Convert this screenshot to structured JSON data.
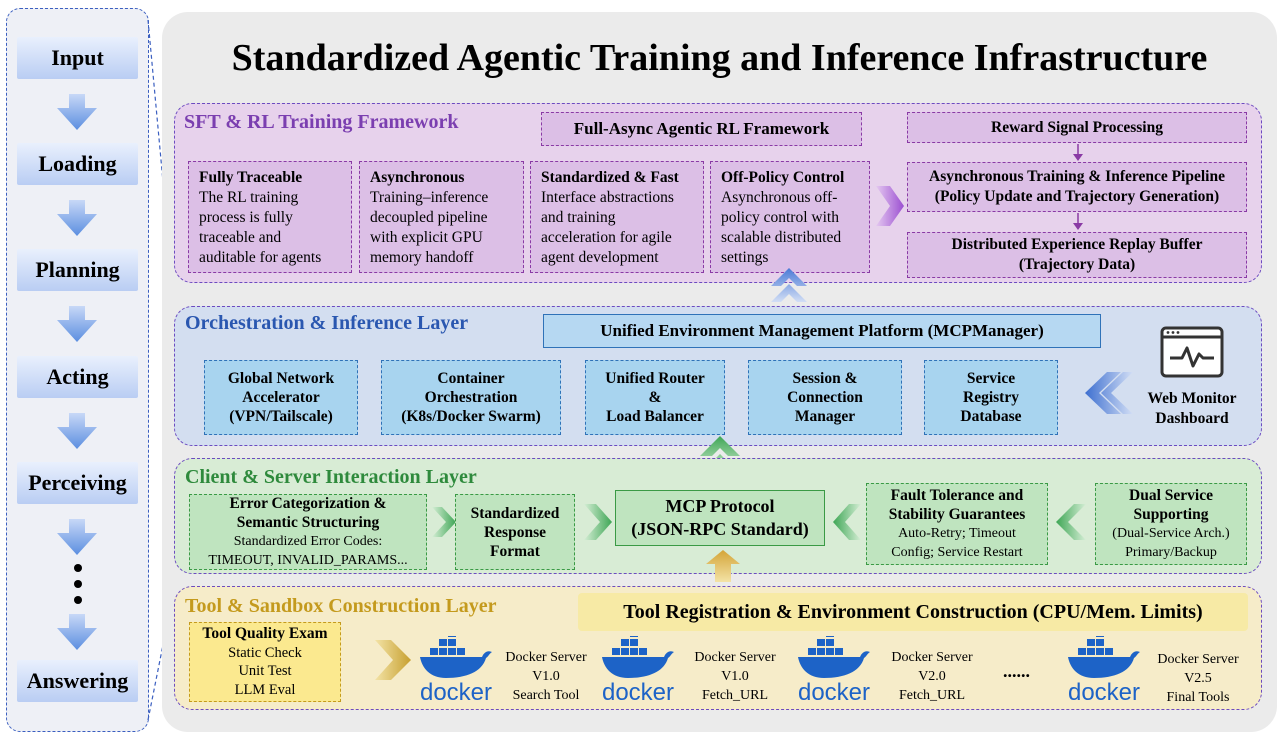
{
  "title": "Standardized Agentic Training and Inference Infrastructure",
  "pipeline": [
    "Input",
    "Loading",
    "Planning",
    "Acting",
    "Perceiving",
    "Answering"
  ],
  "sft": {
    "title": "SFT & RL Training Framework",
    "framework": "Full-Async Agentic RL Framework",
    "cards": [
      {
        "title": "Fully Traceable",
        "body": "The RL training process  is fully traceable and auditable for agents"
      },
      {
        "title": "Asynchronous",
        "body": "Training–inference decoupled pipeline with explicit GPU memory handoff"
      },
      {
        "title": "Standardized & Fast",
        "body": "Interface abstractions and training acceleration for agile agent development"
      },
      {
        "title": "Off-Policy Control",
        "body": "Asynchronous off-policy control with scalable distributed settings"
      }
    ],
    "reward": "Reward Signal Processing",
    "pipeline_line1": "Asynchronous Training & Inference Pipeline",
    "pipeline_line2": "(Policy Update and Trajectory Generation)",
    "replay_line1": "Distributed Experience Replay Buffer",
    "replay_line2": "(Trajectory Data)"
  },
  "orch": {
    "title": "Orchestration & Inference Layer",
    "platform": "Unified Environment Management Platform (MCPManager)",
    "boxes": [
      [
        "Global Network",
        "Accelerator",
        "(VPN/Tailscale)"
      ],
      [
        "Container",
        "Orchestration",
        "(K8s/Docker Swarm)"
      ],
      [
        "Unified Router",
        "&",
        "Load Balancer"
      ],
      [
        "Session &",
        "Connection",
        "Manager"
      ],
      [
        "Service",
        "Registry",
        "Database"
      ]
    ],
    "monitor_line1": "Web Monitor",
    "monitor_line2": "Dashboard",
    "monitor_icon": "monitor-pulse-icon"
  },
  "client": {
    "title": "Client & Server Interaction Layer",
    "error_title1": "Error Categorization &",
    "error_title2": "Semantic Structuring",
    "error_body1": "Standardized Error Codes:",
    "error_body2": "TIMEOUT, INVALID_PARAMS...",
    "response": [
      "Standardized",
      "Response",
      "Format"
    ],
    "mcp_line1": "MCP Protocol",
    "mcp_line2": "(JSON-RPC Standard)",
    "fault_title1": "Fault Tolerance and",
    "fault_title2": "Stability Guarantees",
    "fault_body1": "Auto-Retry; Timeout",
    "fault_body2": "Config; Service Restart",
    "dual_title1": "Dual Service",
    "dual_title2": "Supporting",
    "dual_body1": "(Dual-Service Arch.)",
    "dual_body2": "Primary/Backup"
  },
  "tool": {
    "title": "Tool & Sandbox Construction Layer",
    "registration": "Tool Registration & Environment Construction (CPU/Mem. Limits)",
    "exam_title": "Tool Quality Exam",
    "exam_items": [
      "Static Check",
      "Unit Test",
      "LLM Eval"
    ],
    "docker_word": "docker",
    "servers": [
      {
        "name": "Docker Server",
        "version": "V1.0",
        "tool": "Search Tool"
      },
      {
        "name": "Docker Server",
        "version": "V1.0",
        "tool": "Fetch_URL"
      },
      {
        "name": "Docker Server",
        "version": "V2.0",
        "tool": "Fetch_URL"
      },
      {
        "name": "Docker Server",
        "version": "V2.5",
        "tool": "Final Tools"
      }
    ],
    "ellipsis": "......"
  },
  "colors": {
    "purple_layer": "#e7d2ec",
    "blue_layer": "#d3def0",
    "green_layer": "#d8ecd5",
    "yellow_layer": "#f6ecc9",
    "docker_blue": "#1d63c7"
  }
}
